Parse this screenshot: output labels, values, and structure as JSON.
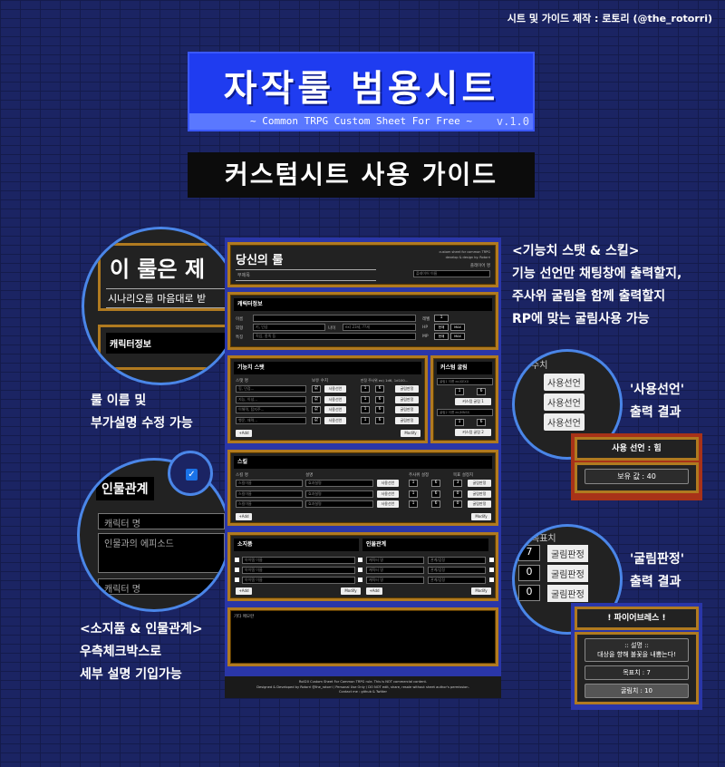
{
  "credit": "시트 및 가이드 제작 : 로토리 (@the_rotorri)",
  "title": "자작룰 범용시트",
  "subtitle": "~ Common TRPG Custom Sheet For Free ~",
  "version": "v.1.0",
  "banner": "커스텀시트 사용 가이드",
  "left_callouts": {
    "zoom1": {
      "title": "이 룰은 제",
      "desc": "시나리오를 마음대로 받",
      "section": "캐릭터정보"
    },
    "caption1": [
      "룰 이름 및",
      "부가설명 수정 가능"
    ],
    "zoom2": {
      "title": "인물관계",
      "field1": "캐릭터 명",
      "field2": "인물과의 에피소드",
      "field3": "캐릭터 명"
    },
    "caption2": [
      "<소지품 & 인물관계>",
      "우측체크박스로",
      "세부 설명 기입가능"
    ]
  },
  "right_callouts": {
    "caption1": [
      "<기능치 스탯 & 스킬>",
      "기능 선언만 채팅창에 출력할지,",
      "주사위 굴림을 함께 출력할지",
      "RP에 맞는 굴림사용 가능"
    ],
    "zoom1": {
      "header": "수치",
      "btn": "사용선언"
    },
    "caption2": [
      "'사용선언'",
      "출력 결과"
    ],
    "declare_output": {
      "title": "사용 선언 : 힘",
      "value": "보유 값 : 40"
    },
    "zoom2": {
      "header": "목표치",
      "values": [
        "7",
        "0",
        "0"
      ],
      "btn": "굴림판정"
    },
    "caption3": [
      "'굴림판정'",
      "출력 결과"
    ],
    "roll_output": {
      "title": "! 파이어브레스 !",
      "desc_label": ":: 설명 ::",
      "desc": "대상을 향해 불꽃을 내뿜는다!",
      "target": "목표치 : 7",
      "roll": "굴림치 : 10"
    }
  },
  "sheet": {
    "header": {
      "rule_name": "당신의 룰",
      "subtitle": "부제목",
      "credit1": "custom sheet for common TRPG",
      "credit2": "develop & design by. Rotorri",
      "player_label": "플레이어 명",
      "player_placeholder": "플레이어 이름"
    },
    "char": {
      "title": "캐릭터정보",
      "name": "이름",
      "appearance": "외형",
      "appearance_ph": "키, 인상",
      "age": "나이",
      "age_ph": "ex) 23세, ??세",
      "trait": "특징",
      "trait_ph": "직업, 종족 등",
      "level": "레벨",
      "level_val": "1",
      "hp": "HP",
      "mp": "MP",
      "cur": "현재",
      "max": "MAX"
    },
    "stats": {
      "title": "기능치 스탯",
      "col1": "스탯 명",
      "col2": "보유 수치",
      "col3": "판정 주사위 ex) 1d6, 1d100...",
      "rows": [
        "힘, 민첩...",
        "지능, 이성...",
        "이해력, 탐지주...",
        "행운, 재력..."
      ],
      "v": "값",
      "declare": "사용선언",
      "roll": "굴림판정",
      "n": "1",
      "d": "6",
      "add": "+Add",
      "modify": "Modify"
    },
    "custom": {
      "title": "커스텀 굴림",
      "r1": "굴림1 이름 ex)SEXX",
      "r2": "굴림2 이름 ex)MNSS",
      "b1": "커스텀 굴림 1",
      "b2": "커스텀 굴림 2",
      "n": "1",
      "d": "6"
    },
    "skills": {
      "title": "스킬",
      "col1": "스킬 명",
      "col2": "설명",
      "col3": "주사위 설정",
      "col4": "목표 설정치",
      "name": "스킬이름",
      "desc": "효과설명",
      "targets": [
        "3",
        "0",
        "0"
      ]
    },
    "items": {
      "title": "소지품",
      "row": "아이템 이름"
    },
    "relations": {
      "title": "인물관계",
      "name": "캐릭터 명",
      "rel": "관계/감정"
    },
    "memo": "기타 메모란",
    "footer": [
      "Roll20 Custom Sheet For Common TRPG rule. This is NOT commercial content.",
      "Designed & Developed by Rotorri @the_rotorri / Personal Use Only / DO NOT edit, share, resale without sheet author's permission.",
      "Contact me : github & Twitter"
    ]
  }
}
